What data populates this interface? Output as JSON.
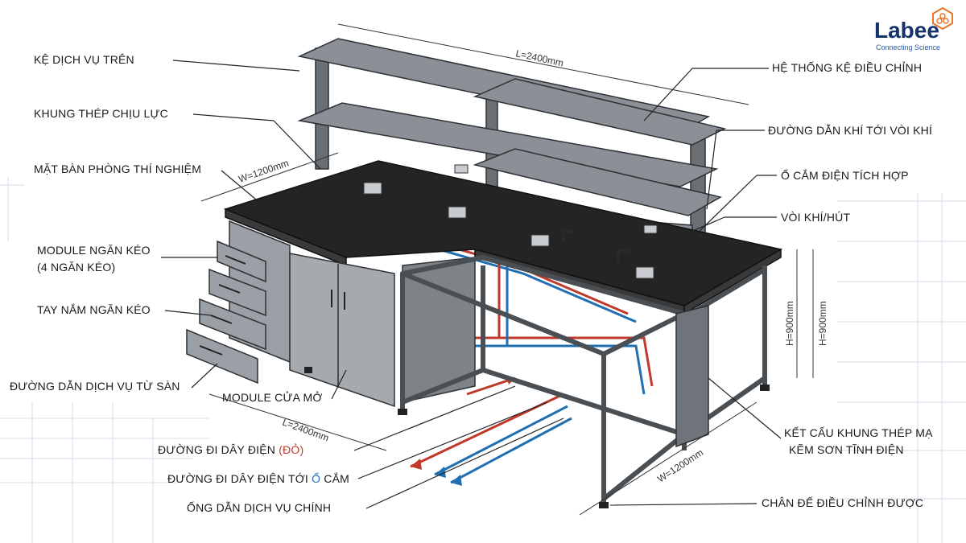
{
  "brand": {
    "name": "Labee",
    "tagline": "Connecting Science",
    "accent": "#e8752a",
    "navy": "#14326b"
  },
  "dimensions": {
    "top_length": "L=2400mm",
    "top_width": "W=1200mm",
    "height_1": "H=900mm",
    "height_2": "H=900mm",
    "bottom_length": "L=2400mm",
    "bottom_width": "W=1200mm"
  },
  "labels": {
    "upper_shelf": "KỆ DỊCH VỤ TRÊN",
    "steel_frame": "KHUNG THÉP CHỊU LỰC",
    "bench_top": "MẶT BÀN PHÒNG THÍ NGHIỆM",
    "drawer_module": "MODULE NGĂN KÉO",
    "drawer_count": "(4 NGĂN KÉO)",
    "drawer_handle": "TAY NẮM NGĂN KÉO",
    "floor_service": "ĐƯỜNG DẪN DỊCH VỤ TỪ SÀN",
    "door_module": "MODULE CỬA MỞ",
    "power_line_prefix": "ĐƯỜNG ĐI DÂY ĐIỆN ",
    "power_line_red": "(ĐỎ)",
    "power_outlet_line_prefix": "ĐƯỜNG ĐI DÂY ĐIỆN TỚI ",
    "power_outlet_line_i": "Ổ",
    "power_outlet_line_suffix": " CẮM",
    "main_service_pipe": "ỐNG DẪN DỊCH VỤ CHÍNH",
    "adjustable_shelf": "HỆ THỐNG KỆ ĐIỀU CHỈNH",
    "gas_line": "ĐƯỜNG DẪN KHÍ TỚI VÒI KHÍ",
    "integrated_socket": "Ổ CẮM ĐIỆN TÍCH HỢP",
    "gas_tap": "VÒI KHÍ/HÚT",
    "frame_structure_1": "KẾT CẤU KHUNG THÉP MẠ",
    "frame_structure_2": "KẼM SƠN TĨNH ĐIỆN",
    "adjustable_foot": "CHÂN ĐẾ ĐIỀU CHỈNH ĐƯỢC"
  },
  "colors": {
    "frame": "#5c6166",
    "top": "#222222",
    "panel": "#8e9397",
    "pipe_red": "#c0392b",
    "pipe_blue": "#1f6fb2"
  }
}
